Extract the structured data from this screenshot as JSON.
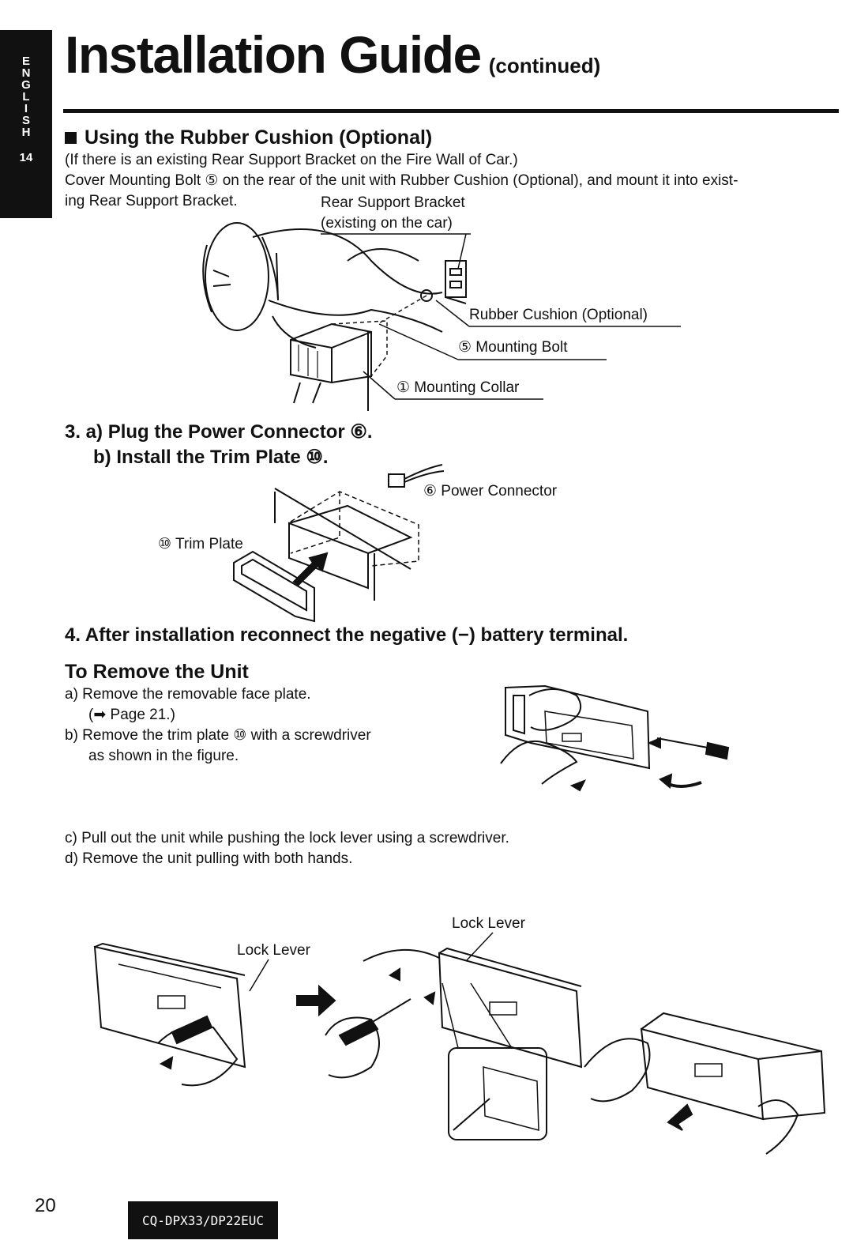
{
  "side_tab": {
    "letters": [
      "E",
      "N",
      "G",
      "L",
      "I",
      "S",
      "H"
    ],
    "page": "14"
  },
  "title": {
    "main": "Installation Guide",
    "suffix": "(continued)"
  },
  "section": {
    "heading": "Using the Rubber Cushion (Optional)",
    "note": "(If there is an existing Rear Support Bracket on the Fire Wall of Car.)",
    "body_line1": "Cover Mounting Bolt ⑤ on the rear of the unit with Rubber Cushion (Optional), and mount it into exist-",
    "body_line2": "ing Rear Support Bracket."
  },
  "figure1": {
    "bracket_label_1": "Rear Support Bracket",
    "bracket_label_2": "(existing on the car)",
    "cushion_label": "Rubber Cushion (Optional)",
    "bolt_label": "⑤ Mounting Bolt",
    "collar_label": "① Mounting Collar"
  },
  "step3": {
    "line_a": "3. a) Plug the Power Connector ⑥.",
    "line_b": "b) Install the Trim Plate ⑩.",
    "power_label": "⑥ Power Connector",
    "trim_label": "⑩ Trim Plate"
  },
  "step4": {
    "text": "4. After installation reconnect the negative (−) battery terminal."
  },
  "remove": {
    "heading": "To Remove the Unit",
    "a1": "a)  Remove the removable face plate.",
    "a2": "(➡ Page 21.)",
    "b1": "b)  Remove the trim plate ⑩ with a screwdriver",
    "b2": "as shown in the figure.",
    "c": "c)  Pull out the unit while pushing the lock lever using a screwdriver.",
    "d": "d)  Remove the unit pulling with both hands."
  },
  "figure_bottom": {
    "lock_lever_1": "Lock Lever",
    "lock_lever_2": "Lock Lever"
  },
  "footer": {
    "page": "20",
    "model": "CQ-DPX33/DP22EUC"
  }
}
